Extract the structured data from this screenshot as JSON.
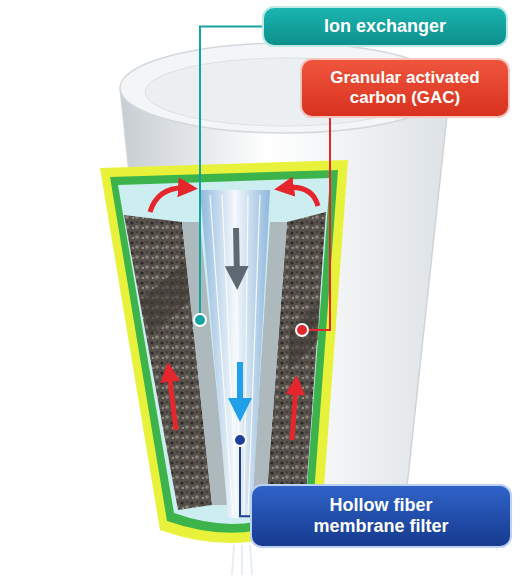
{
  "diagram": {
    "nodes": [
      {
        "text": [
          "Ion exchanger"
        ]
      },
      {
        "text": [
          "Granular activated carbon (GAC)"
        ]
      },
      {
        "text": [
          "Hollow fiber membrane filter"
        ]
      }
    ]
  }
}
